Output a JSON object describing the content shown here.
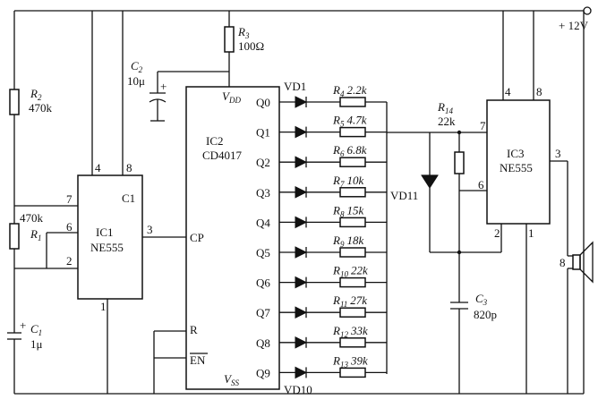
{
  "supply": "+ 12V",
  "ic1": {
    "name": "IC1",
    "type": "NE555",
    "pins": {
      "p4": "4",
      "p8": "8",
      "p7": "7",
      "p6": "6",
      "p2": "2",
      "p3": "3",
      "p1": "1",
      "c1": "C1"
    }
  },
  "ic2": {
    "name": "IC2",
    "type": "CD4017",
    "vdd": "V",
    "vdd_sub": "DD",
    "vss": "V",
    "vss_sub": "SS",
    "cp": "CP",
    "r": "R",
    "en": "EN",
    "outputs": [
      "Q0",
      "Q1",
      "Q2",
      "Q3",
      "Q4",
      "Q5",
      "Q6",
      "Q7",
      "Q8",
      "Q9"
    ]
  },
  "ic3": {
    "name": "IC3",
    "type": "NE555",
    "pins": {
      "p4": "4",
      "p8": "8",
      "p7": "7",
      "p6": "6",
      "p2": "2",
      "p1": "1",
      "p3": "3"
    }
  },
  "r1": {
    "pre": "R",
    "sub": "1",
    "value": "470k"
  },
  "r2": {
    "pre": "R",
    "sub": "2",
    "value": "470k"
  },
  "r3": {
    "pre": "R",
    "sub": "3",
    "value": "100Ω"
  },
  "r14": {
    "pre": "R",
    "sub": "14",
    "value": "22k"
  },
  "c1": {
    "pre": "C",
    "sub": "1",
    "value": "1μ"
  },
  "c2": {
    "pre": "C",
    "sub": "2",
    "value": "10μ"
  },
  "c3": {
    "pre": "C",
    "sub": "3",
    "value": "820p"
  },
  "plus": "+",
  "ladder": [
    {
      "pre": "R",
      "sub": "4",
      "value": "2.2k"
    },
    {
      "pre": "R",
      "sub": "5",
      "value": "4.7k"
    },
    {
      "pre": "R",
      "sub": "6",
      "value": "6.8k"
    },
    {
      "pre": "R",
      "sub": "7",
      "value": "10k"
    },
    {
      "pre": "R",
      "sub": "8",
      "value": "15k"
    },
    {
      "pre": "R",
      "sub": "9",
      "value": "18k"
    },
    {
      "pre": "R",
      "sub": "10",
      "value": "22k"
    },
    {
      "pre": "R",
      "sub": "11",
      "value": "27k"
    },
    {
      "pre": "R",
      "sub": "12",
      "value": "33k"
    },
    {
      "pre": "R",
      "sub": "13",
      "value": "39k"
    }
  ],
  "vd1": "VD1",
  "vd10": "VD10",
  "vd11": "VD11",
  "speaker": "8"
}
